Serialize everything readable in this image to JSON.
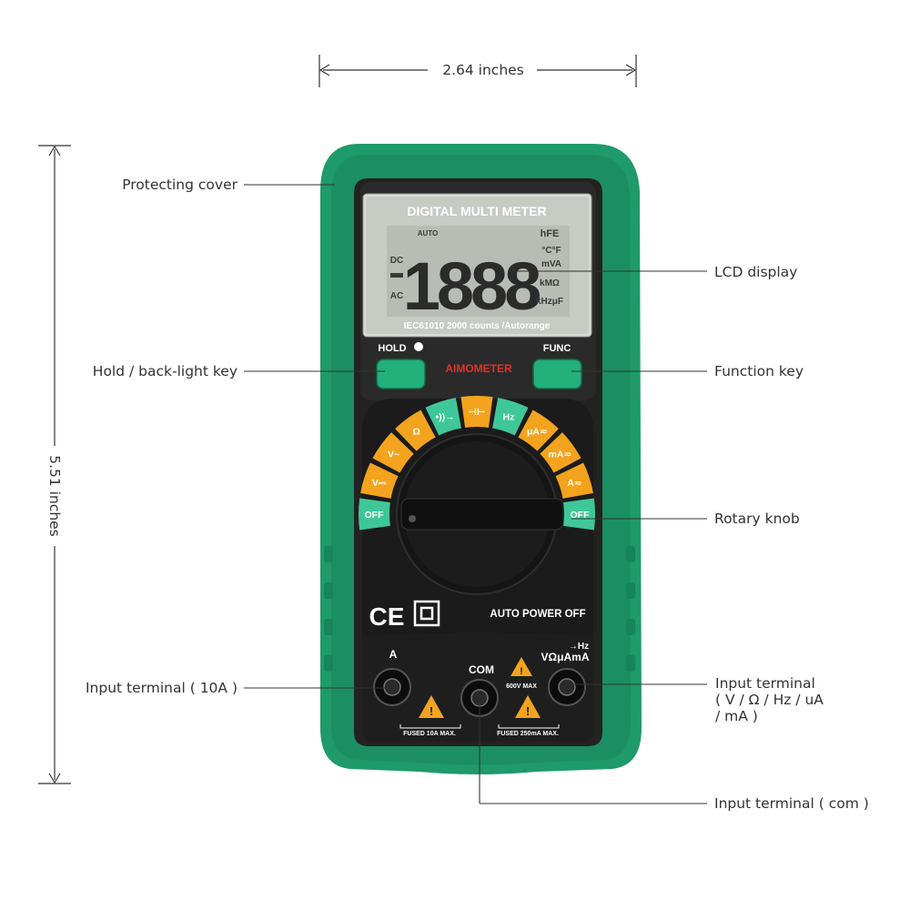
{
  "dimensions": {
    "width_label": "2.64 inches",
    "height_label": "5.51 inches"
  },
  "callouts": {
    "protecting_cover": "Protecting cover",
    "lcd_display": "LCD display",
    "hold_key": "Hold / back-light key",
    "function_key": "Function key",
    "rotary_knob": "Rotary knob",
    "input_10a": "Input terminal ( 10A )",
    "input_v_line1": "Input terminal",
    "input_v_line2": "( V / Ω / Hz / uA",
    "input_v_line3": "/ mA )",
    "input_com": "Input terminal ( com )"
  },
  "device": {
    "lcd_title": "DIGITAL MULTI METER",
    "lcd_reading": "1888",
    "lcd_auto": "AUTO",
    "lcd_hfe": "hFE",
    "lcd_dc": "DC",
    "lcd_ac": "AC",
    "lcd_unit_temp": "°C°F",
    "lcd_unit_va": "mVA",
    "lcd_unit_kmo": "kMΩ",
    "lcd_unit_hz": "kHzμF",
    "lcd_footer": "IEC61010  2000 counts /Autorange",
    "hold_label": "HOLD",
    "func_label": "FUNC",
    "brand": "AIMOMETER",
    "auto_power_off": "AUTO POWER OFF",
    "ce_mark": "CE",
    "terminal_a": "A",
    "terminal_com": "COM",
    "terminal_v": "VΩμAmA",
    "terminal_hz": "→Hz",
    "rating_600v": "600V MAX",
    "fuse_10a": "FUSED 10A MAX.",
    "fuse_250ma": "FUSED 250mA MAX.",
    "dial_positions": [
      {
        "label": "OFF",
        "kind": "green"
      },
      {
        "label": "V⎓",
        "kind": "yellow"
      },
      {
        "label": "V~",
        "kind": "yellow"
      },
      {
        "label": "Ω",
        "kind": "yellow"
      },
      {
        "label": "•))→",
        "kind": "green"
      },
      {
        "label": "⊣⊢",
        "kind": "yellow"
      },
      {
        "label": "Hz",
        "kind": "green"
      },
      {
        "label": "μA≂",
        "kind": "yellow"
      },
      {
        "label": "mA≂",
        "kind": "yellow"
      },
      {
        "label": "A≂",
        "kind": "yellow"
      },
      {
        "label": "OFF",
        "kind": "green"
      }
    ]
  },
  "colors": {
    "body_green": "#1f9a6a",
    "panel_black": "#222222",
    "key_green": "#23b07a",
    "dial_yellow": "#f3a31d",
    "dial_green": "#3fc79a",
    "lcd_gray": "#c6cbc4",
    "brand_red": "#e0322a"
  }
}
